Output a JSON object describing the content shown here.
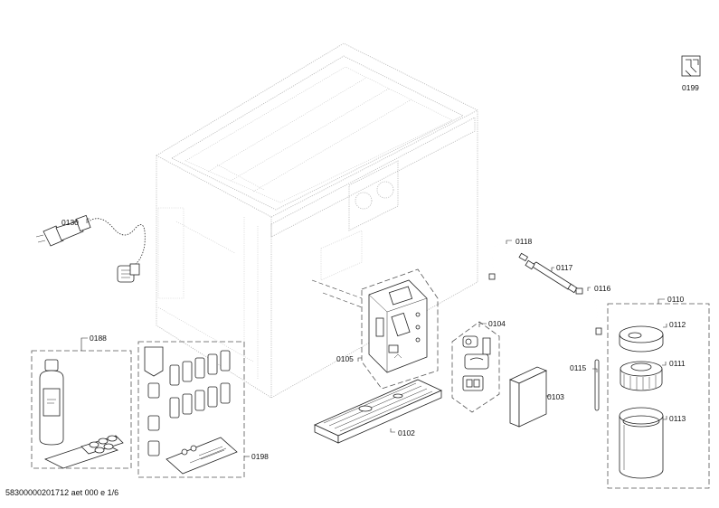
{
  "parts": [
    {
      "id": "p0199",
      "label": "0199"
    },
    {
      "id": "p0130",
      "label": "0130"
    },
    {
      "id": "p0118",
      "label": "0118"
    },
    {
      "id": "p0117",
      "label": "0117"
    },
    {
      "id": "p0116",
      "label": "0116"
    },
    {
      "id": "p0110",
      "label": "0110"
    },
    {
      "id": "p0112",
      "label": "0112"
    },
    {
      "id": "p0111",
      "label": "0111"
    },
    {
      "id": "p0113",
      "label": "0113"
    },
    {
      "id": "p0115",
      "label": "0115"
    },
    {
      "id": "p0104",
      "label": "0104"
    },
    {
      "id": "p0105",
      "label": "0105"
    },
    {
      "id": "p0103",
      "label": "0103"
    },
    {
      "id": "p0102",
      "label": "0102"
    },
    {
      "id": "p0188",
      "label": "0188"
    },
    {
      "id": "p0198",
      "label": "0198"
    }
  ],
  "footer": {
    "text": "58300000201712 aet 000 e 1/6"
  },
  "icons": {
    "service": "wrench-manual-icon"
  },
  "colors": {
    "line": "#222222",
    "ghost": "#b8b8b8"
  }
}
